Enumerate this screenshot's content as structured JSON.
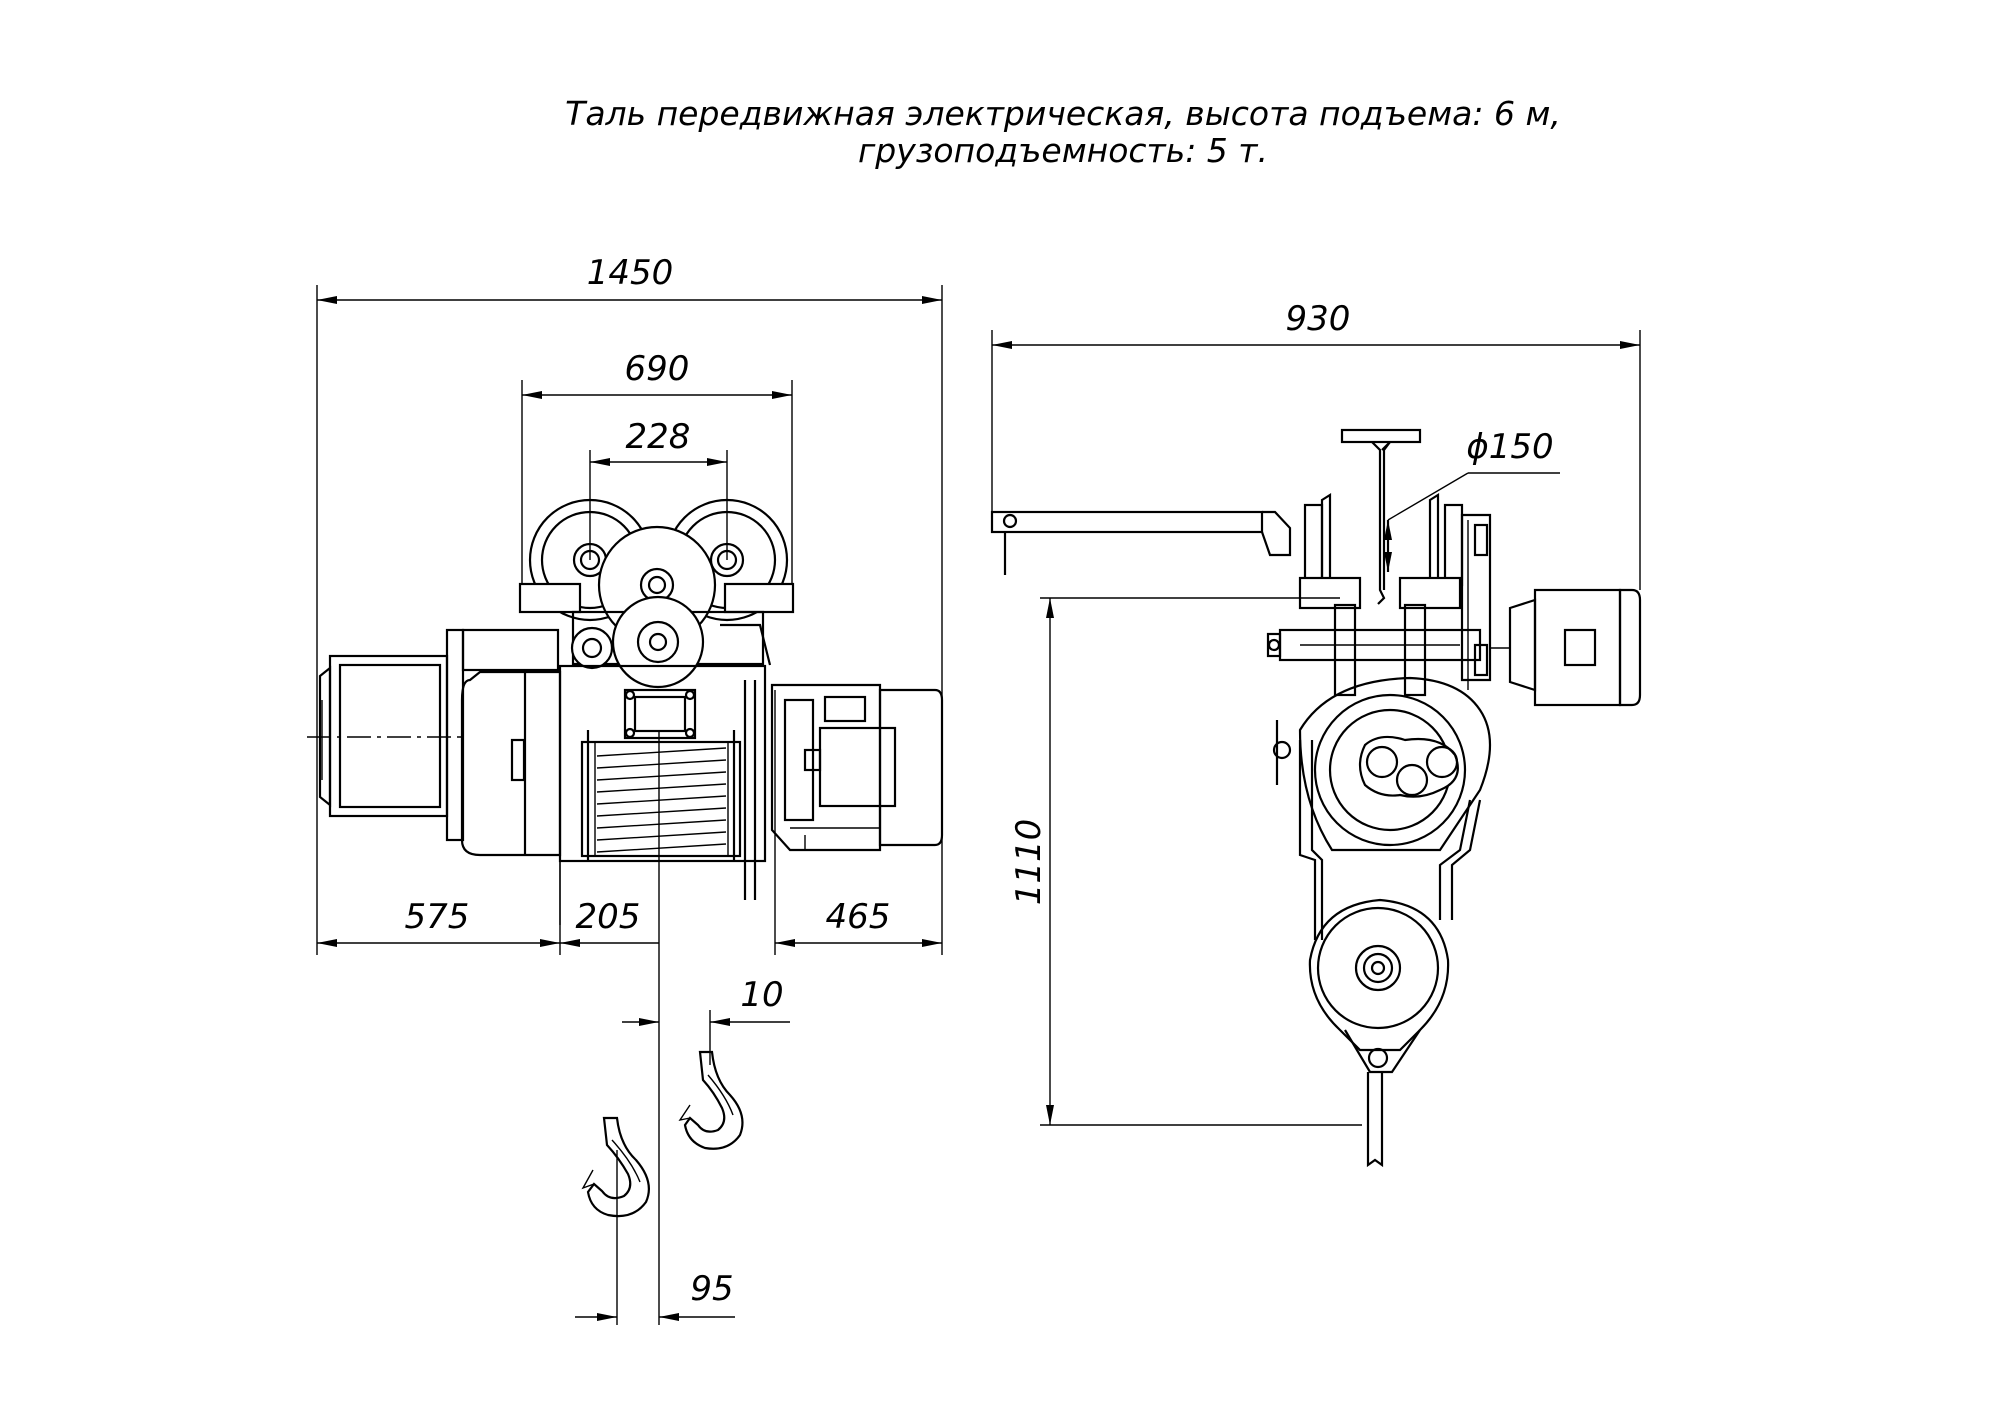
{
  "title": {
    "line1": "Таль передвижная электрическая, высота подъема: 6 м,",
    "line2": "грузоподъемность: 5 т."
  },
  "front_view": {
    "dims": {
      "overall_width": "1450",
      "trolley_width": "690",
      "wheel_spacing": "228",
      "left_part": "575",
      "drum_offset": "205",
      "right_part": "465",
      "hook_offset_top": "10",
      "hook_offset_bottom": "95"
    }
  },
  "side_view": {
    "dims": {
      "overall_width": "930",
      "wheel_diameter": "ϕ150",
      "height": "1110"
    }
  }
}
